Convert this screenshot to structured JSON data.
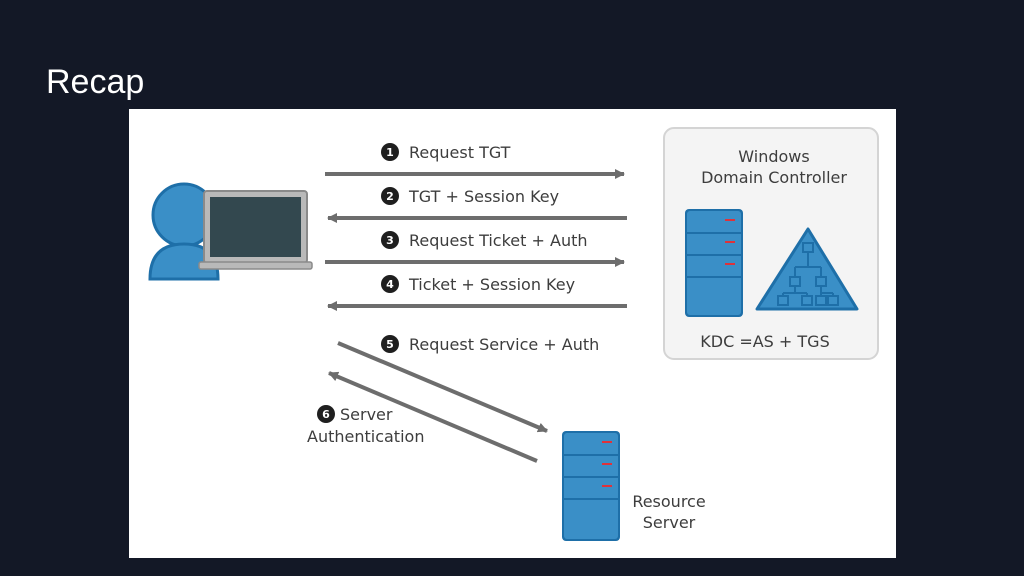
{
  "slide": {
    "title": "Recap"
  },
  "domain_controller": {
    "title_line1": "Windows",
    "title_line2": "Domain Controller",
    "kdc_label": "KDC =AS + TGS"
  },
  "resource_server": {
    "line1": "Resource",
    "line2": "Server"
  },
  "steps": [
    {
      "num": "1",
      "label": "Request TGT"
    },
    {
      "num": "2",
      "label": "TGT + Session Key"
    },
    {
      "num": "3",
      "label": "Request Ticket + Auth"
    },
    {
      "num": "4",
      "label": "Ticket + Session Key"
    },
    {
      "num": "5",
      "label": "Request Service + Auth"
    },
    {
      "num": "6",
      "label": "Server",
      "label2": "Authentication"
    }
  ],
  "colors": {
    "background": "#131826",
    "server_blue": "#3a8fc7",
    "arrow_gray": "#6d6d6d",
    "panel_border": "#d4d4d4",
    "panel_fill": "#f4f4f4"
  }
}
